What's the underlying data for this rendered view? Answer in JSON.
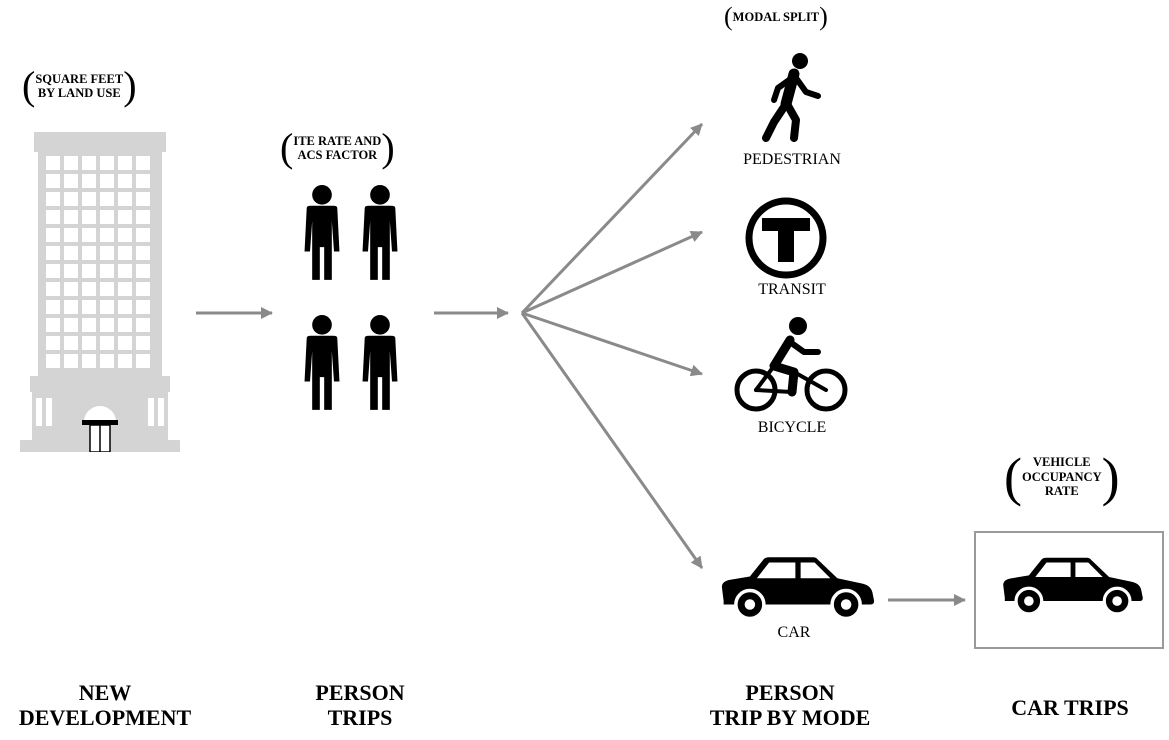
{
  "notes": {
    "land_use": [
      "SQUARE FEET",
      "BY LAND USE"
    ],
    "ite_rate": [
      "ITE RATE AND",
      "ACS FACTOR"
    ],
    "modal_split": "MODAL SPLIT",
    "occupancy": [
      "VEHICLE",
      "OCCUPANCY",
      "RATE"
    ]
  },
  "modes": {
    "pedestrian": "PEDESTRIAN",
    "transit": "TRANSIT",
    "bicycle": "BICYCLE",
    "car": "CAR"
  },
  "stages": {
    "new_development": [
      "NEW",
      "DEVELOPMENT"
    ],
    "person_trips": [
      "PERSON",
      "TRIPS"
    ],
    "trip_by_mode": [
      "PERSON",
      "TRIP BY MODE"
    ],
    "car_trips": [
      "CAR TRIPS"
    ]
  },
  "icons": {
    "building": "building-icon",
    "persons": "person-icon",
    "pedestrian": "pedestrian-icon",
    "transit": "transit-t-icon",
    "bicycle": "bicycle-icon",
    "car": "car-icon"
  },
  "colors": {
    "arrow": "#8a8a8a",
    "building": "#d4d4d4",
    "icon": "#000000",
    "box_border": "#9a9a9a"
  }
}
